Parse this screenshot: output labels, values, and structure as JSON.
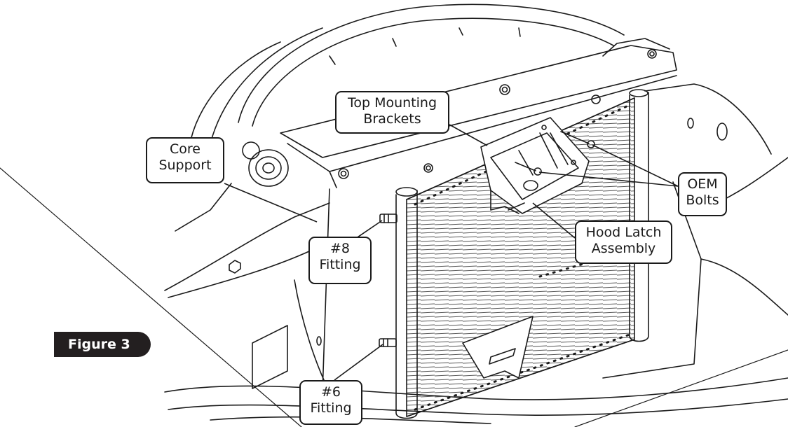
{
  "figure": {
    "label": "Figure 3"
  },
  "callouts": {
    "core_support": {
      "line1": "Core",
      "line2": "Support"
    },
    "top_mounting_brackets": {
      "line1": "Top Mounting",
      "line2": "Brackets"
    },
    "oem_bolts": {
      "line1": "OEM",
      "line2": "Bolts"
    },
    "hood_latch_assembly": {
      "line1": "Hood Latch",
      "line2": "Assembly"
    },
    "fitting_8": {
      "line1": "#8",
      "line2": "Fitting"
    },
    "fitting_6": {
      "line1": "#6",
      "line2": "Fitting"
    }
  },
  "colors": {
    "ink": "#1a1a1a",
    "badge": "#231f20",
    "paper": "#ffffff"
  }
}
